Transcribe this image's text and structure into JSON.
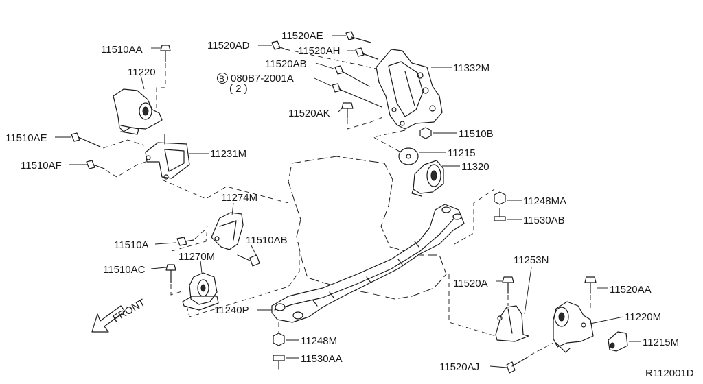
{
  "parts": {
    "p11510AA": "11510AA",
    "p11220": "11220",
    "p11510AE": "11510AE",
    "p11510AF": "11510AF",
    "p11231M": "11231M",
    "p11520AE": "11520AE",
    "p11520AD": "11520AD",
    "p11520AH": "11520AH",
    "p11520AB": "11520AB",
    "p080B7": "080B7-2001A",
    "p080B7_qty": "( 2 )",
    "p080B7_prefix": "B",
    "p11520AK": "11520AK",
    "p11332M": "11332M",
    "p11510B": "11510B",
    "p11215": "11215",
    "p11320": "11320",
    "p11274M": "11274M",
    "p11510A": "11510A",
    "p11510AB": "11510AB",
    "p11270M": "11270M",
    "p11510AC": "11510AC",
    "p11248MA": "11248MA",
    "p11530AB": "11530AB",
    "p11253N": "11253N",
    "p11520A": "11520A",
    "p11520AA": "11520AA",
    "p11220M": "11220M",
    "p11215M": "11215M",
    "p11240P": "11240P",
    "p11248M": "11248M",
    "p11530AA": "11530AA",
    "p11520AJ": "11520AJ"
  },
  "direction": "FRONT",
  "diagram_code": "R112001D"
}
